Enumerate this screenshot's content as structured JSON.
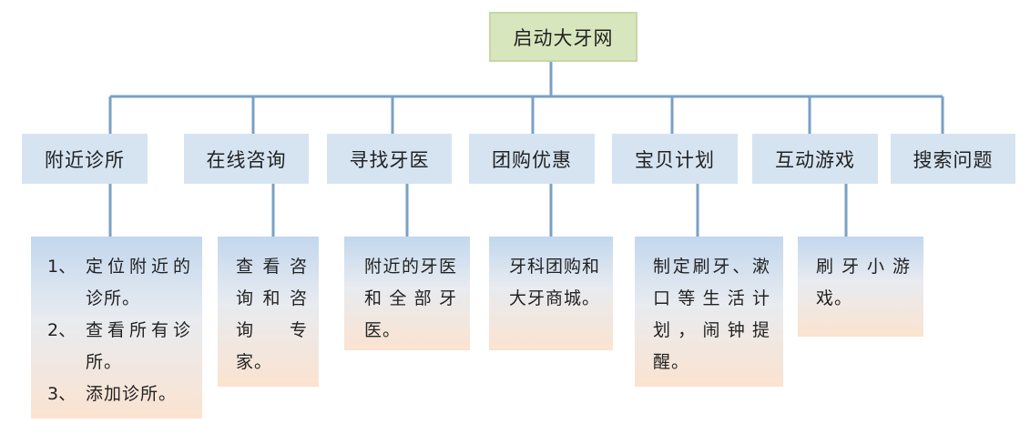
{
  "root": {
    "label": "启动大牙网"
  },
  "categories": [
    {
      "label": "附近诊所"
    },
    {
      "label": "在线咨询"
    },
    {
      "label": "寻找牙医"
    },
    {
      "label": "团购优惠"
    },
    {
      "label": "宝贝计划"
    },
    {
      "label": "互动游戏"
    },
    {
      "label": "搜索问题"
    }
  ],
  "details": {
    "clinic": {
      "items": [
        {
          "num": "1、",
          "text": "定位附近的诊所。"
        },
        {
          "num": "2、",
          "text": "查看所有诊所。"
        },
        {
          "num": "3、",
          "text": "添加诊所。"
        }
      ]
    },
    "consult": {
      "text": "查看咨询和咨询 专家。"
    },
    "dentist": {
      "text": "附近的牙医和全部牙医。"
    },
    "groupbuy": {
      "text": "牙科团购和大牙商城。"
    },
    "baby": {
      "text": "制定刷牙、漱口等生活计划，闹钟提醒。"
    },
    "game": {
      "text": "刷牙小游戏。"
    }
  },
  "colors": {
    "connector": "#7aa0c4",
    "root_fill": "#d8e6bd",
    "category_fill": "#d6e4f2",
    "detail_top": "#c2d7ee",
    "detail_bottom": "#fbe3d0"
  }
}
